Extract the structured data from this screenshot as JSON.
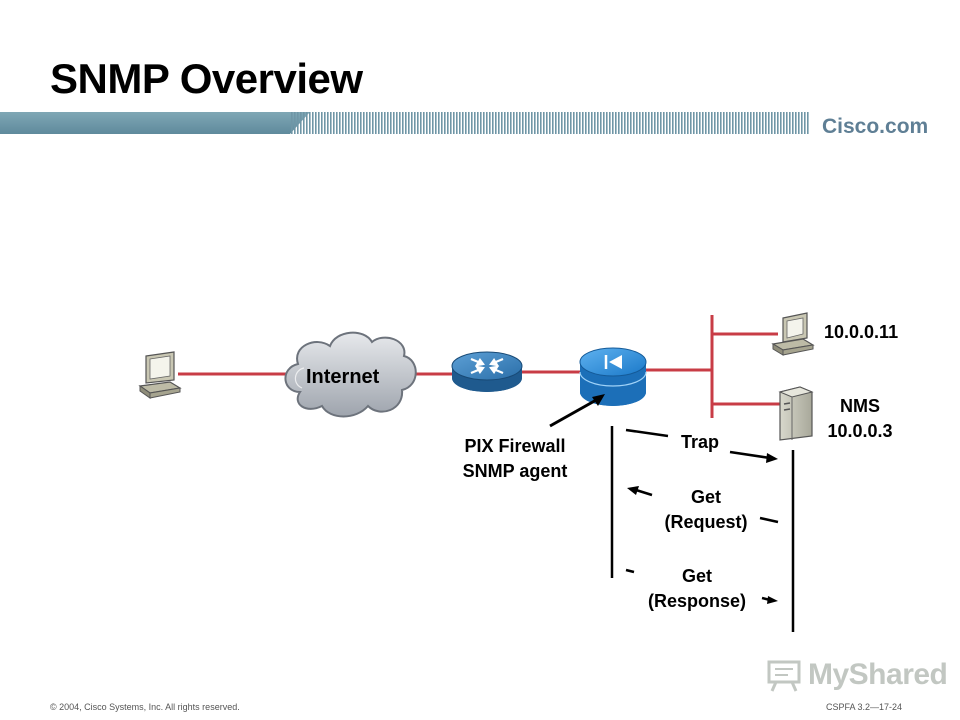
{
  "slide": {
    "title": "SNMP Overview",
    "brand": "Cisco.com"
  },
  "diagram": {
    "cloud_label": "Internet",
    "firewall_label_line1": "PIX Firewall",
    "firewall_label_line2": "SNMP agent",
    "host_ip": "10.0.0.11",
    "nms_label": "NMS",
    "nms_ip": "10.0.0.3",
    "messages": {
      "trap": "Trap",
      "get_request_line1": "Get",
      "get_request_line2": "(Request)",
      "get_response_line1": "Get",
      "get_response_line2": "(Response)"
    }
  },
  "footer": {
    "copyright": "© 2004, Cisco Systems, Inc. All rights reserved.",
    "slide_id": "CSPFA 3.2—17-24"
  },
  "watermark": "MyShared",
  "colors": {
    "link_red": "#c83c46",
    "bar_teal": "#5f8fa0",
    "router_blue": "#3b7fb9",
    "firewall_blue": "#2a8ad8"
  }
}
